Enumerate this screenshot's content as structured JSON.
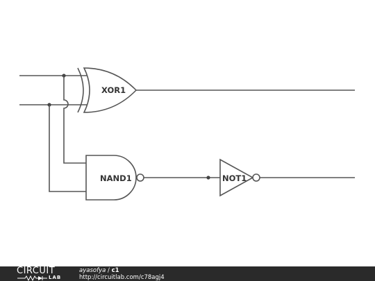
{
  "gates": {
    "xor1": "XOR1",
    "nand1": "NAND1",
    "not1": "NOT1"
  },
  "footer": {
    "logo_top": "CIRCUIT",
    "logo_bottom": "LAB",
    "user": "ayasofya",
    "separator": " / ",
    "circuit_name": "c1",
    "url": "http://circuitlab.com/c78agj4"
  },
  "colors": {
    "wire": "#555555",
    "footer_bg": "#2a2a2a"
  }
}
